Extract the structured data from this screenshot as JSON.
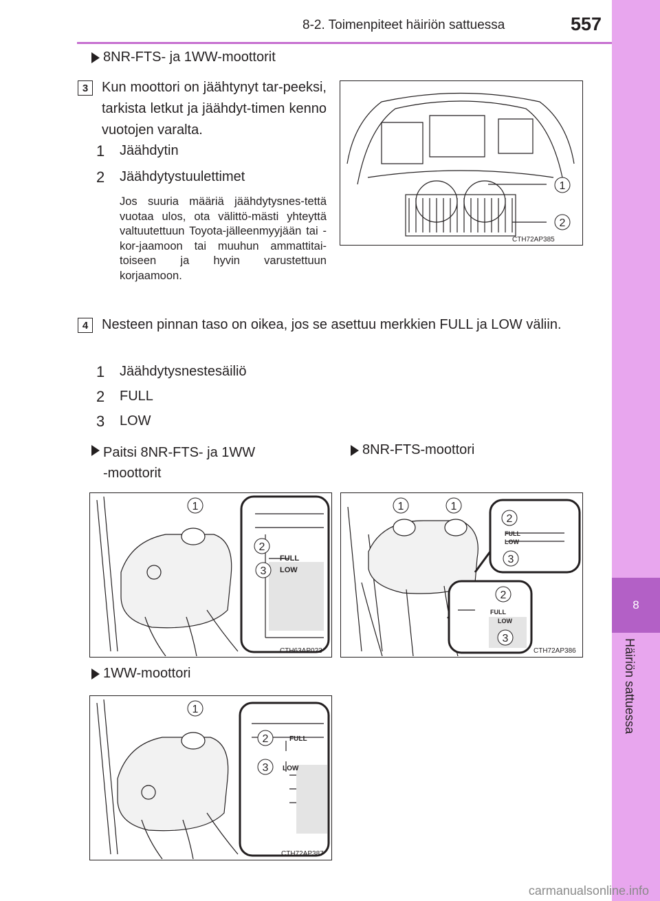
{
  "header": {
    "section": "8-2. Toimenpiteet häiriön sattuessa",
    "page_number": "557"
  },
  "side_tab": {
    "chapter": "8",
    "label": "Häiriön sattuessa"
  },
  "sections": {
    "engines_heading": "8NR-FTS- ja 1WW-moottorit",
    "step3": {
      "number": "3",
      "text": "Kun moottori on jäähtynyt tar-peeksi, tarkista letkut ja jäähdyt-timen kenno vuotojen varalta.",
      "items": [
        {
          "num": "1",
          "label": "Jäähdytin"
        },
        {
          "num": "2",
          "label": "Jäähdytystuulettimet"
        }
      ],
      "note": "Jos suuria määriä jäähdytysnes-tettä vuotaa ulos, ota välittö-mästi yhteyttä valtuutettuun Toyota-jälleenmyyjään tai -kor-jaamoon tai muuhun ammattitai-toiseen ja hyvin varustettuun korjaamoon.",
      "figure": {
        "code": "CTH72AP385",
        "callouts": [
          "1",
          "2"
        ]
      }
    },
    "step4": {
      "number": "4",
      "text": "Nesteen pinnan taso on oikea, jos se asettuu merkkien FULL ja LOW väliin.",
      "items": [
        {
          "num": "1",
          "label": "Jäähdytysnestesäiliö"
        },
        {
          "num": "2",
          "label": "FULL"
        },
        {
          "num": "3",
          "label": "LOW"
        }
      ]
    },
    "fig_a": {
      "heading": "Paitsi 8NR-FTS- ja 1WW -moottorit",
      "heading_line1": "Paitsi 8NR-FTS- ja 1WW",
      "heading_line2": "-moottorit",
      "code": "CTH63AP023",
      "full": "FULL",
      "low": "LOW"
    },
    "fig_b": {
      "heading": "8NR-FTS-moottori",
      "code": "CTH72AP386",
      "full": "FULL",
      "low": "LOW"
    },
    "fig_c": {
      "heading": "1WW-moottori",
      "code": "CTH72AP387",
      "full": "FULL",
      "low": "LOW"
    },
    "callout_labels": {
      "one": "1",
      "two": "2",
      "three": "3"
    }
  },
  "watermark": "carmanualsonline.info"
}
